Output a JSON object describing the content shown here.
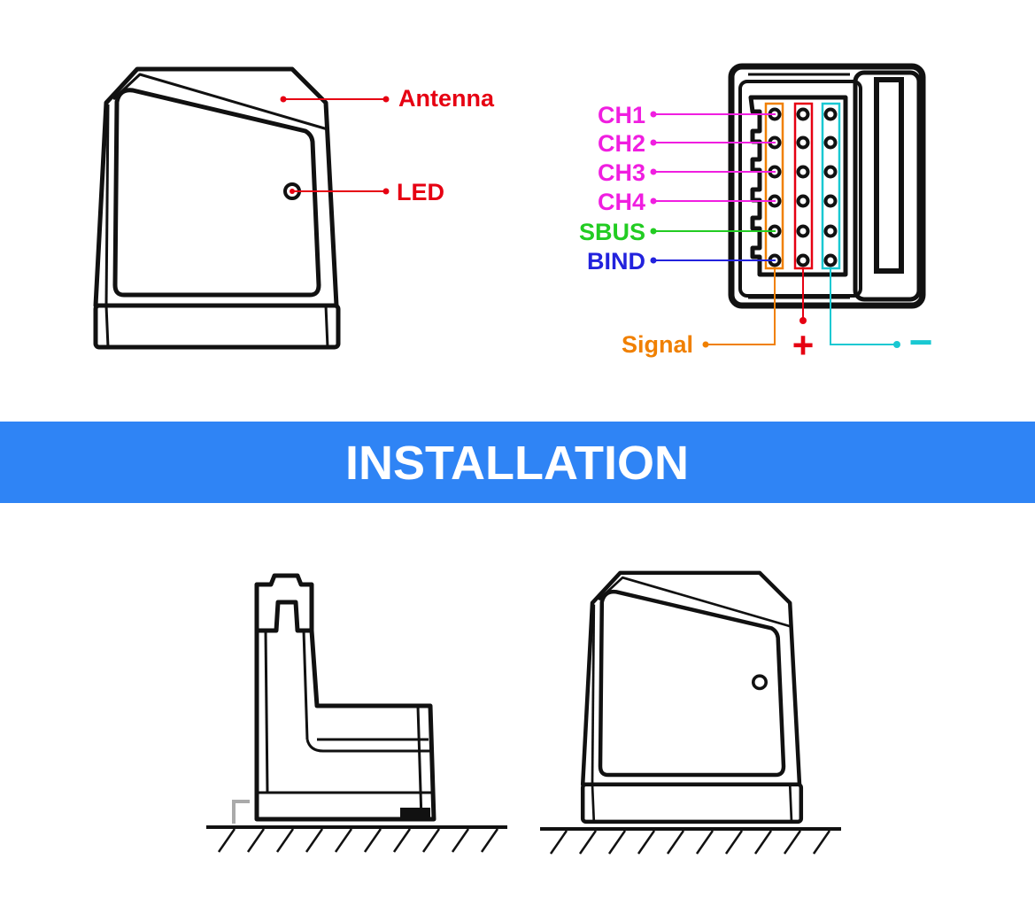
{
  "top_view": {
    "antenna_label": "Antenna",
    "led_label": "LED"
  },
  "connector": {
    "pins": [
      {
        "label": "CH1",
        "color": "#f01ee0"
      },
      {
        "label": "CH2",
        "color": "#f01ee0"
      },
      {
        "label": "CH3",
        "color": "#f01ee0"
      },
      {
        "label": "CH4",
        "color": "#f01ee0"
      },
      {
        "label": "SBUS",
        "color": "#22cc22"
      },
      {
        "label": "BIND",
        "color": "#2222dd"
      }
    ],
    "signal_label": "Signal",
    "plus_label": "+",
    "minus_label": "−",
    "colors": {
      "signal": "#f08000",
      "plus": "#e60012",
      "minus": "#19c8d2",
      "callout": "#e60012"
    }
  },
  "banner": {
    "title": "INSTALLATION",
    "color": "#2f84f5"
  }
}
